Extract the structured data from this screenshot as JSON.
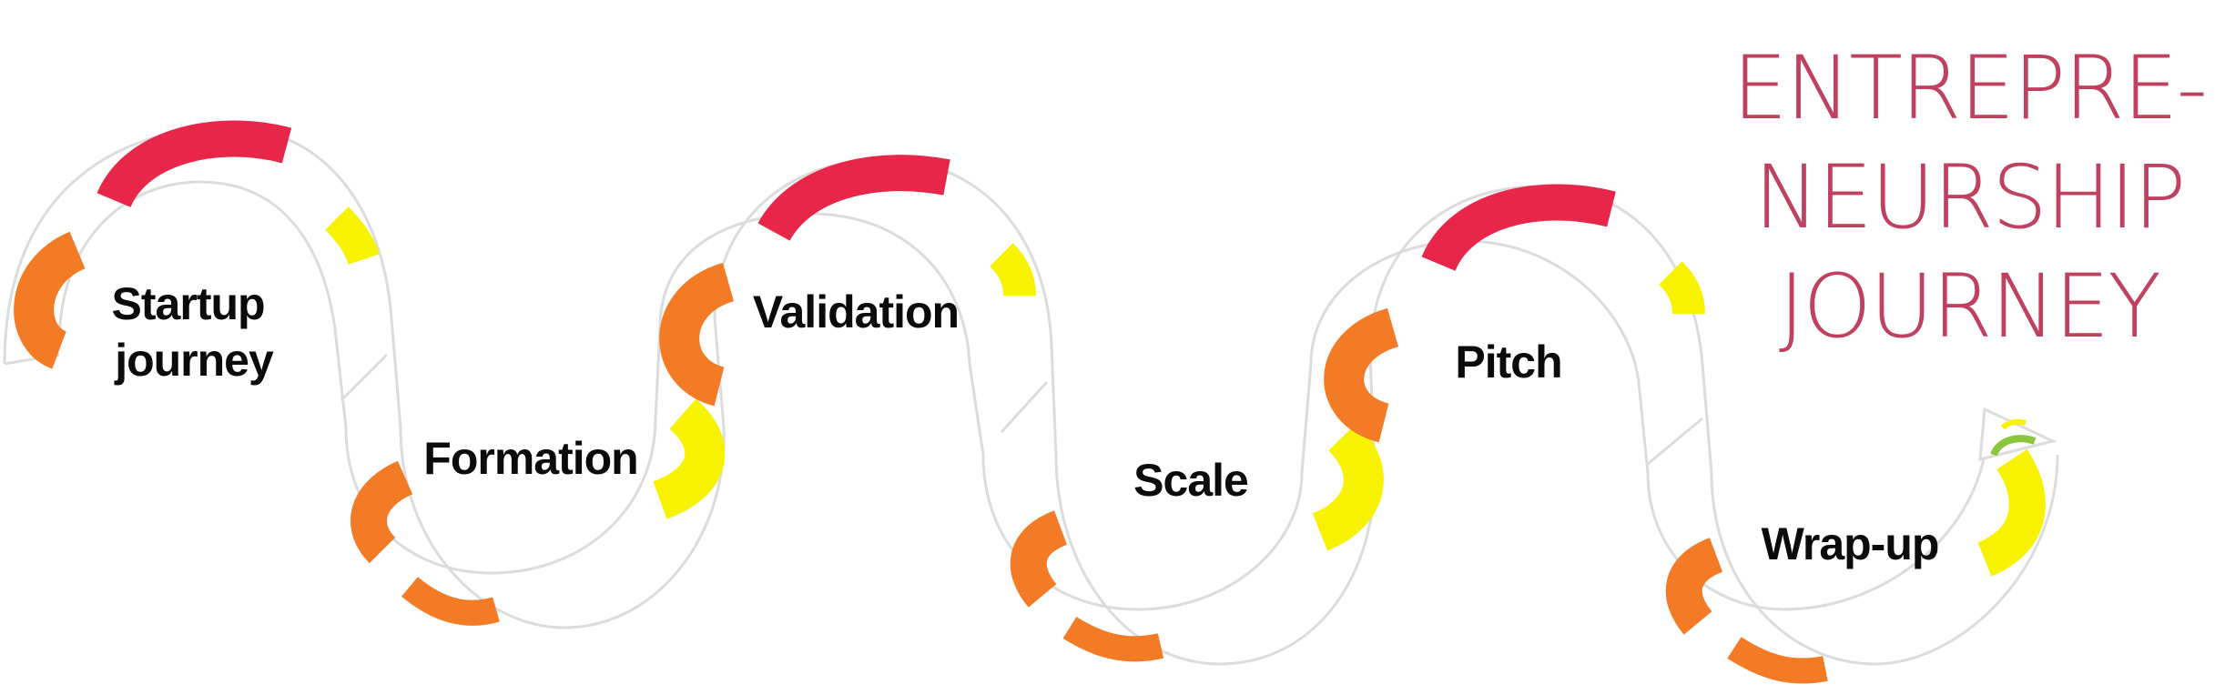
{
  "title": {
    "lines": [
      "ENTREPRE-",
      "NEURSHIP",
      "JOURNEY"
    ],
    "color": "#c0405f"
  },
  "stages": [
    {
      "label_lines": [
        "Startup",
        "journey"
      ]
    },
    {
      "label_lines": [
        "Formation"
      ]
    },
    {
      "label_lines": [
        "Validation"
      ]
    },
    {
      "label_lines": [
        "Scale"
      ]
    },
    {
      "label_lines": [
        "Pitch"
      ]
    },
    {
      "label_lines": [
        "Wrap-up"
      ]
    }
  ],
  "colors": {
    "red": "#e8264a",
    "orange": "#f47b26",
    "yellow": "#f7f200",
    "green": "#8cc63f",
    "outline": "#dcdcdc"
  }
}
